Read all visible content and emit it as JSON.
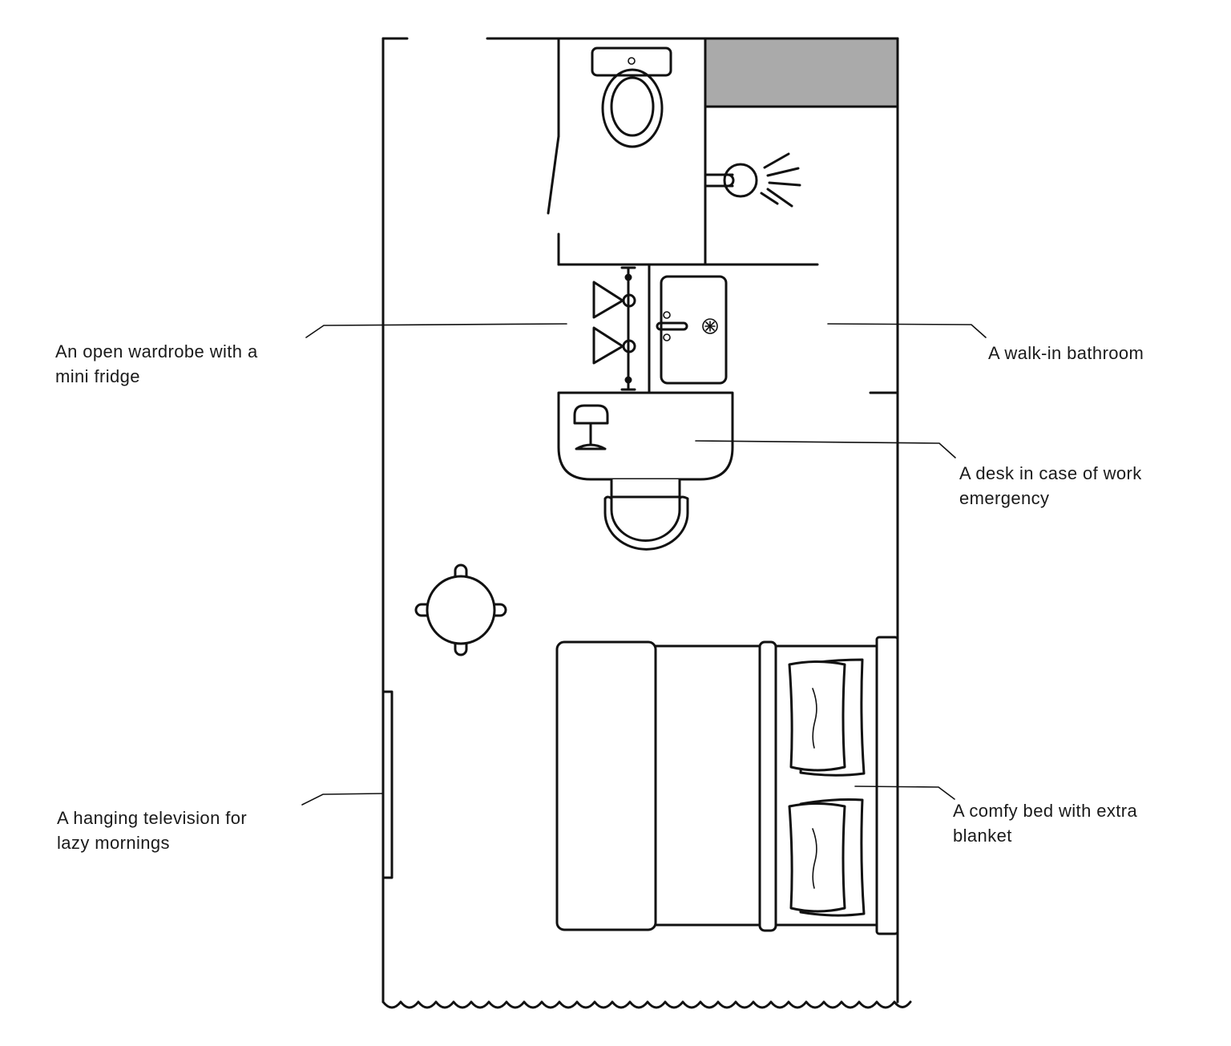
{
  "labels": {
    "wardrobe": [
      "An open wardrobe with a",
      "mini fridge"
    ],
    "bathroom": [
      "A walk-in bathroom"
    ],
    "desk": [
      "A desk in case of work",
      "emergency"
    ],
    "television": [
      "A hanging television for",
      "lazy mornings"
    ],
    "bed": [
      "A comfy bed with extra",
      "blanket"
    ]
  },
  "colors": {
    "line": "#111111",
    "shower_block": "#aaaaaa",
    "text": "#1a1a1a"
  }
}
